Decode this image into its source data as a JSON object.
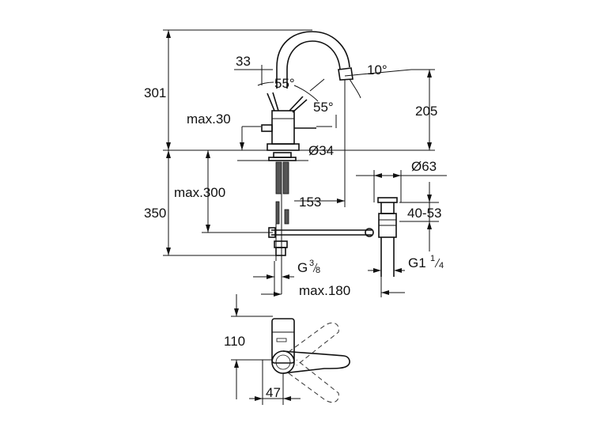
{
  "dimensions": {
    "height_total": "301",
    "spout_offset": "33",
    "angle_a": "55°",
    "angle_b": "55°",
    "spout_angle": "10°",
    "spout_height": "205",
    "max_deck": "max.30",
    "hole_diameter": "Ø34",
    "waste_diameter": "Ø63",
    "max_below": "max.300",
    "below_total": "350",
    "spout_reach": "153",
    "waste_range": "40-53",
    "thread_left_main": "G",
    "thread_left_num": "3",
    "thread_left_den": "8",
    "thread_right_main": "G1",
    "thread_right_num": "1",
    "thread_right_den": "4",
    "max_rod": "max.180",
    "lever_depth": "110",
    "lever_offset": "47"
  }
}
